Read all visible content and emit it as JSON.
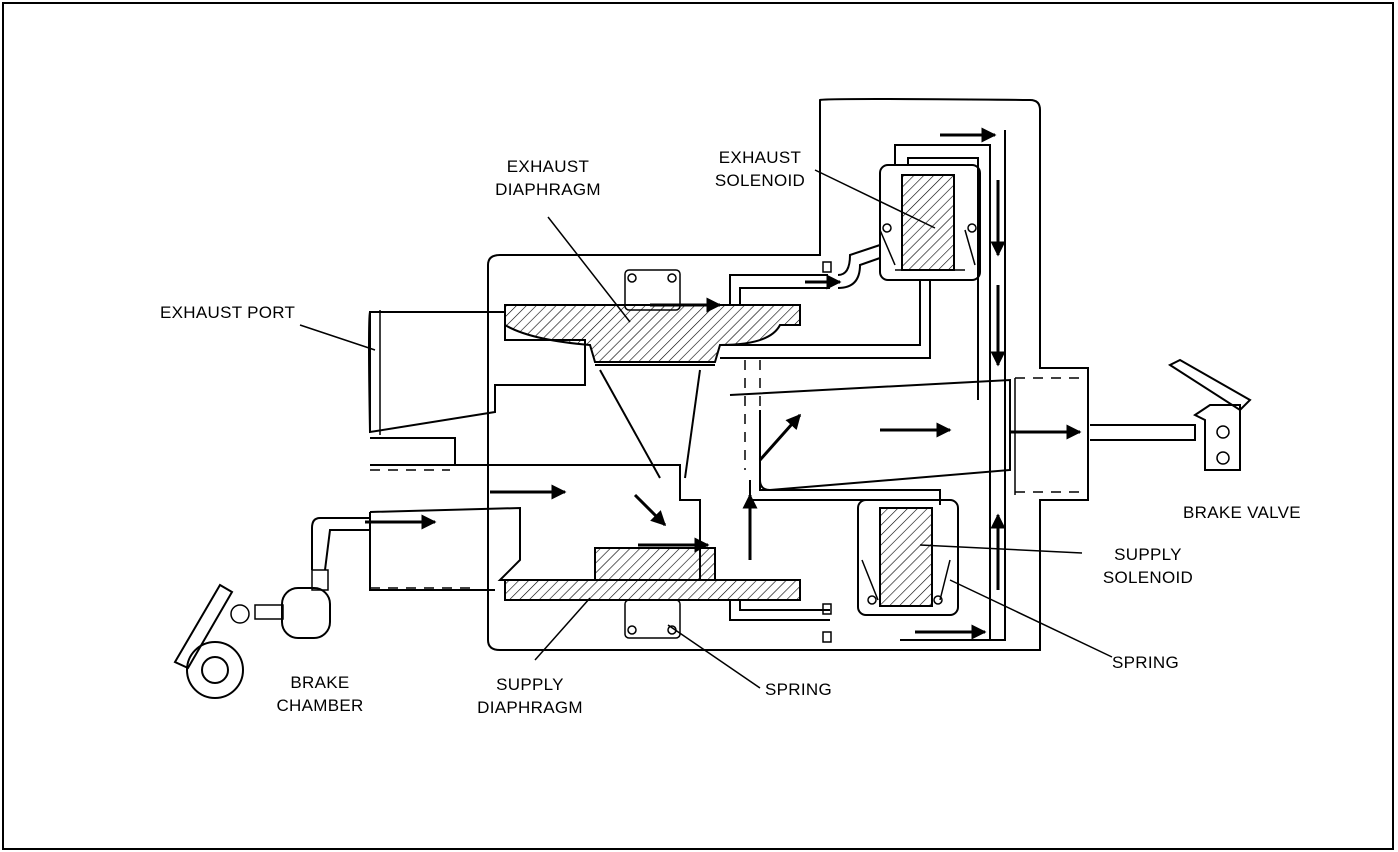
{
  "labels": {
    "exhaust_diaphragm": [
      "EXHAUST",
      "DIAPHRAGM"
    ],
    "exhaust_solenoid": [
      "EXHAUST",
      "SOLENOID"
    ],
    "exhaust_port": "EXHAUST PORT",
    "brake_valve": "BRAKE VALVE",
    "supply_solenoid": [
      "SUPPLY",
      "SOLENOID"
    ],
    "spring_right": "SPRING",
    "spring_bottom": "SPRING",
    "supply_diaphragm": [
      "SUPPLY",
      "DIAPHRAGM"
    ],
    "brake_chamber": [
      "BRAKE",
      "CHAMBER"
    ]
  },
  "colors": {
    "ink": "#000000",
    "background": "#ffffff"
  }
}
